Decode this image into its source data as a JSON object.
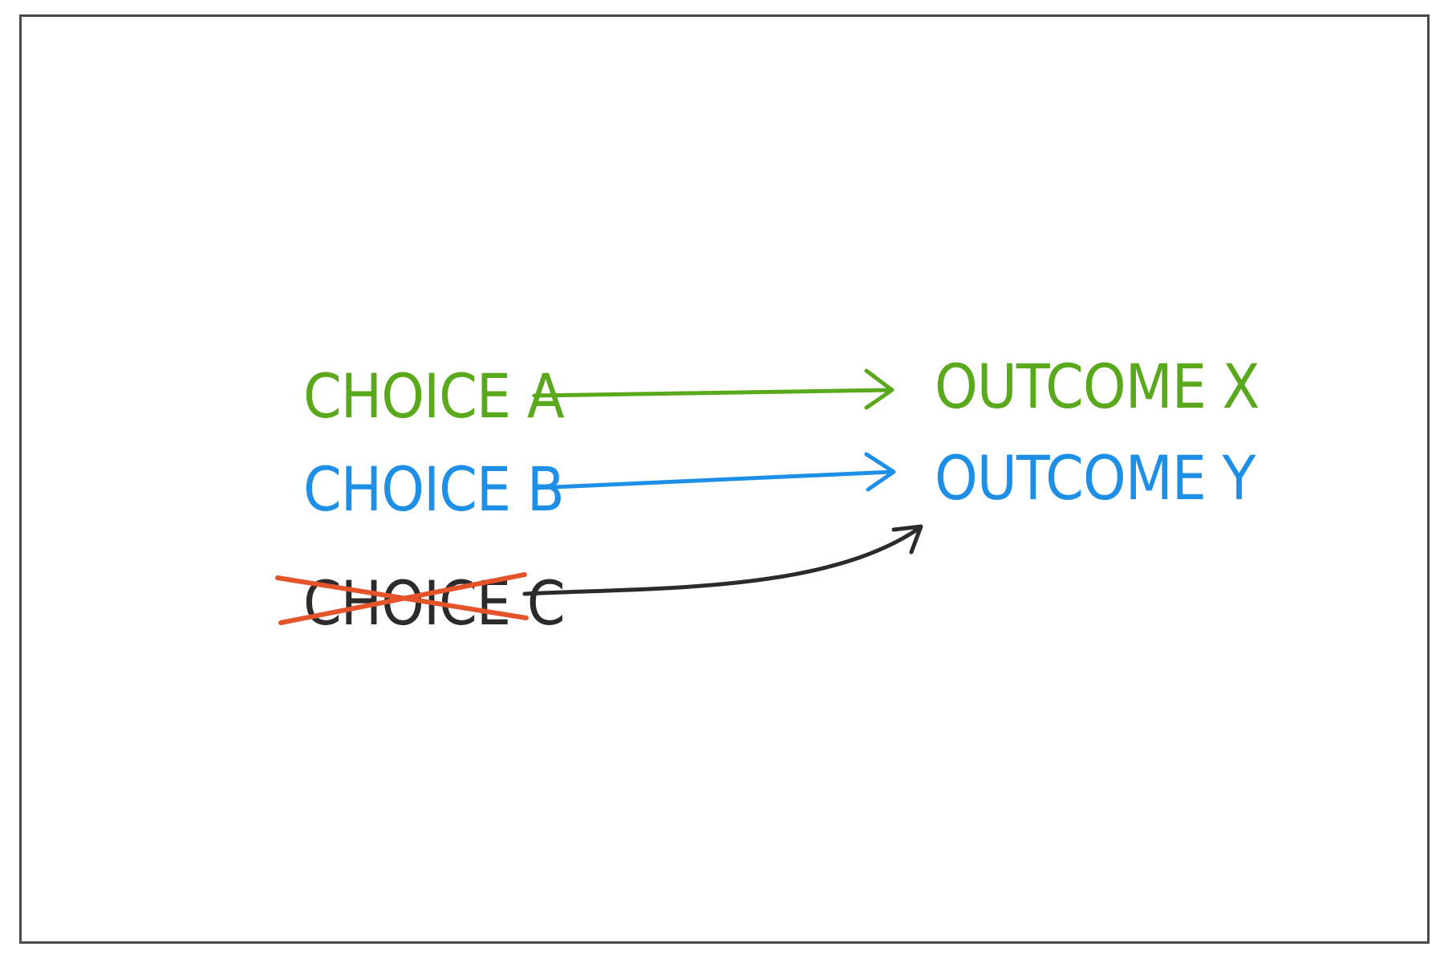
{
  "colors": {
    "background": "#ffffff",
    "frame": "#4a4a4a",
    "choice_a": "#5aa81c",
    "choice_b": "#1e8fe6",
    "choice_c": "#2b2b2b",
    "strike": "#e5532b"
  },
  "choices": {
    "a": {
      "label": "CHOICE A"
    },
    "b": {
      "label": "CHOICE B"
    },
    "c": {
      "label": "CHOICE C",
      "struck": true
    }
  },
  "outcomes": {
    "x": {
      "label": "OUTCOME X"
    },
    "y": {
      "label": "OUTCOME Y"
    }
  },
  "links": [
    {
      "from": "CHOICE A",
      "to": "OUTCOME X"
    },
    {
      "from": "CHOICE B",
      "to": "OUTCOME Y"
    },
    {
      "from": "CHOICE C",
      "to": "OUTCOME Y"
    }
  ]
}
